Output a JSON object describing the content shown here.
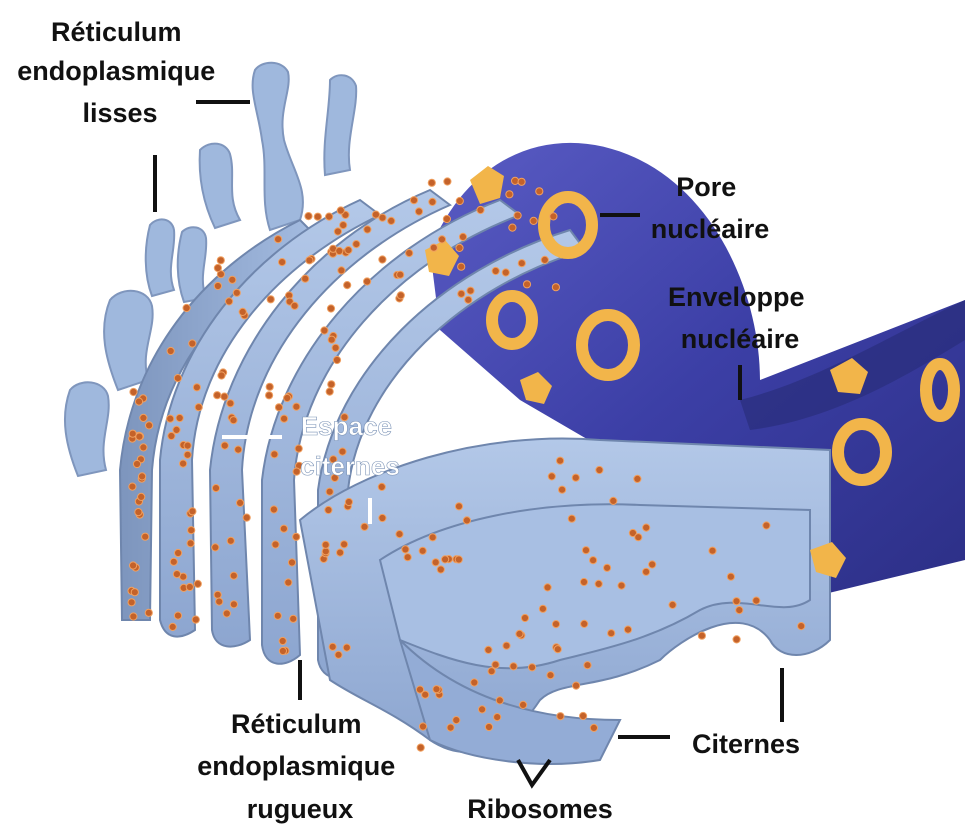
{
  "labels": {
    "smooth_er": [
      "Réticulum",
      "endoplasmique",
      "lisses"
    ],
    "nuclear_pore": [
      "Pore",
      "nucléaire"
    ],
    "nuclear_envelope": [
      "Enveloppe",
      "nucléaire"
    ],
    "cisternal_space": [
      "Espace",
      "citernes"
    ],
    "rough_er": [
      "Réticulum",
      "endoplasmique",
      "rugueux"
    ],
    "ribosomes": "Ribosomes",
    "cisternae": "Citernes"
  },
  "colors": {
    "er_membrane": "#9fb8dd",
    "er_shadow": "#6f86ad",
    "nucleus": "#3b3fa0",
    "nucleus_light": "#5d5fc0",
    "pore": "#f2b54a",
    "ribosome": "#c4622a",
    "label_text": "#111111"
  }
}
